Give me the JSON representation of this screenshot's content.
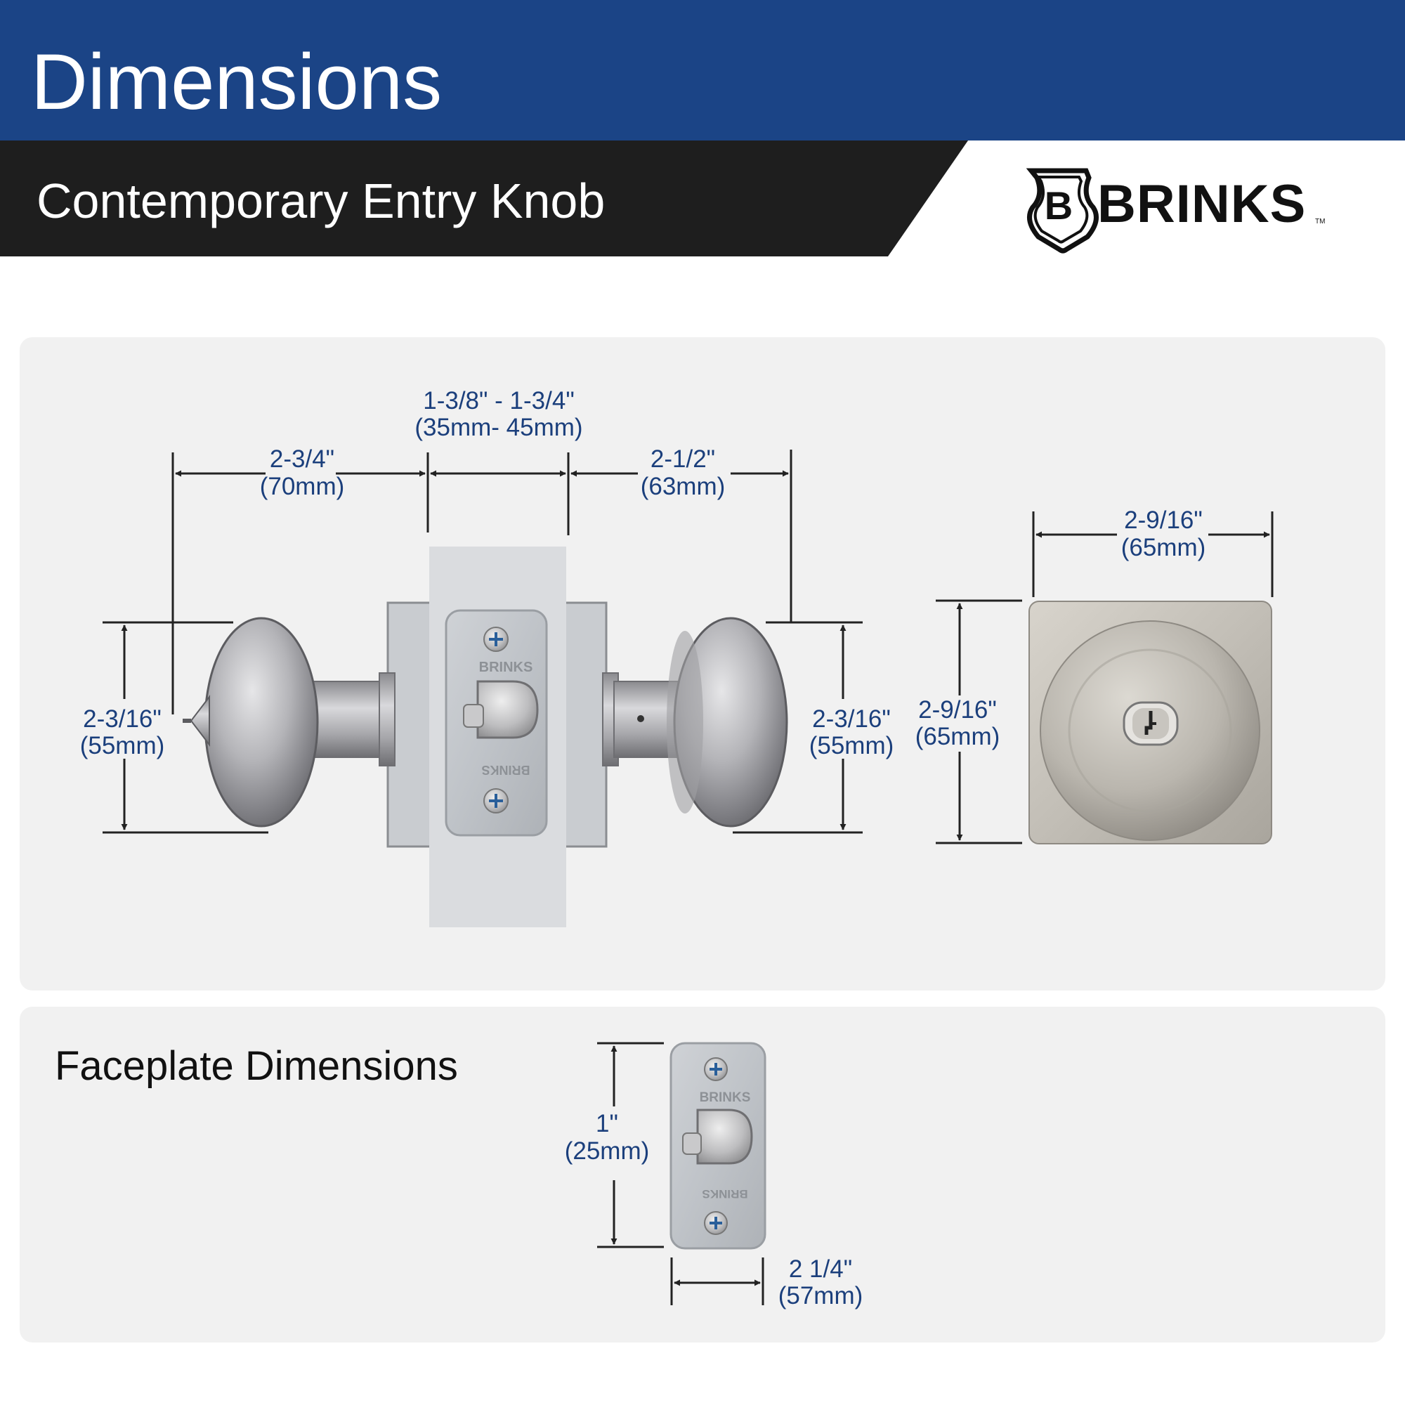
{
  "header": {
    "title": "Dimensions",
    "subtitle": "Contemporary Entry Knob",
    "brand": "BRINKS",
    "brand_mark": "B",
    "trademark": "TM"
  },
  "colors": {
    "header_blue": "#1b4486",
    "subheader_black": "#1e1e1e",
    "panel_gray": "#f1f1f1",
    "dimension_text": "#1b3f7c",
    "line_color": "#222222"
  },
  "side_view": {
    "door_thickness": {
      "imperial": "1-3/8\" - 1-3/4\"",
      "metric": "(35mm- 45mm)"
    },
    "exterior_projection": {
      "imperial": "2-3/4\"",
      "metric": "(70mm)"
    },
    "interior_projection": {
      "imperial": "2-1/2\"",
      "metric": "(63mm)"
    },
    "exterior_knob_height": {
      "imperial": "2-3/16\"",
      "metric": "(55mm)"
    },
    "interior_knob_height": {
      "imperial": "2-3/16\"",
      "metric": "(55mm)"
    },
    "latch_brand": "BRINKS"
  },
  "front_view": {
    "rose_width": {
      "imperial": "2-9/16\"",
      "metric": "(65mm)"
    },
    "rose_height": {
      "imperial": "2-9/16\"",
      "metric": "(65mm)"
    }
  },
  "faceplate": {
    "heading": "Faceplate Dimensions",
    "width": {
      "imperial": "1\"",
      "metric": "(25mm)"
    },
    "height": {
      "imperial": "2 1/4\"",
      "metric": "(57mm)"
    },
    "latch_brand": "BRINKS"
  }
}
